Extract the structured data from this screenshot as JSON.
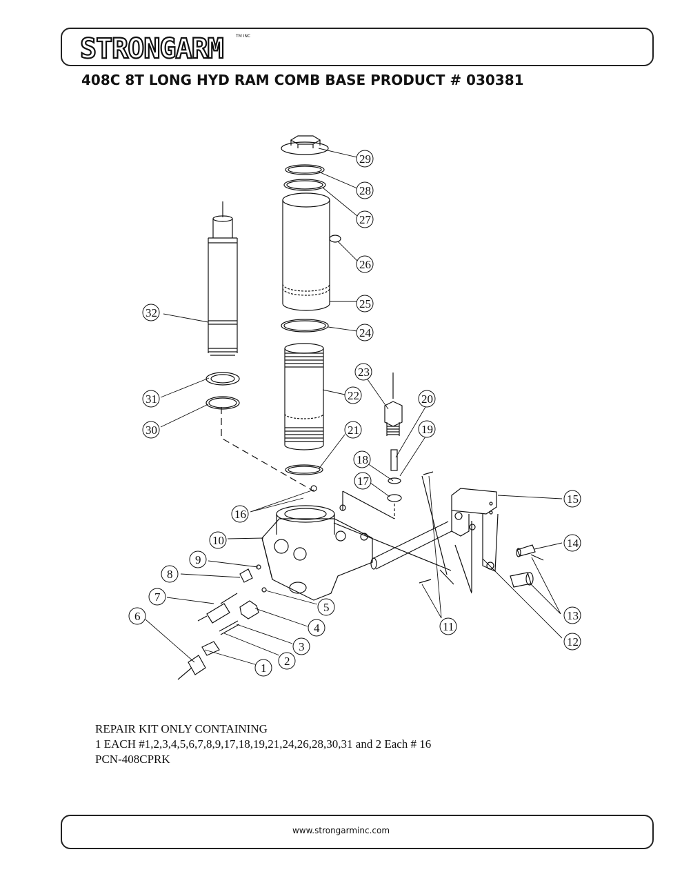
{
  "header": {
    "brand": "STRONGARM",
    "trademark": "TM INC",
    "title": "408C 8T LONG HYD RAM COMB BASE PRODUCT # 030381"
  },
  "callouts": [
    "1",
    "2",
    "3",
    "4",
    "5",
    "6",
    "7",
    "8",
    "9",
    "10",
    "11",
    "12",
    "13",
    "14",
    "15",
    "16",
    "17",
    "18",
    "19",
    "20",
    "21",
    "22",
    "23",
    "24",
    "25",
    "26",
    "27",
    "28",
    "29",
    "30",
    "31",
    "32"
  ],
  "repair_kit": {
    "line1": "REPAIR KIT ONLY CONTAINING",
    "line2": "1 EACH #1,2,3,4,5,6,7,8,9,17,18,19,21,24,26,28,30,31 and 2 Each # 16",
    "line3": "PCN-408CPRK"
  },
  "footer": {
    "url": "www.strongarminc.com"
  }
}
